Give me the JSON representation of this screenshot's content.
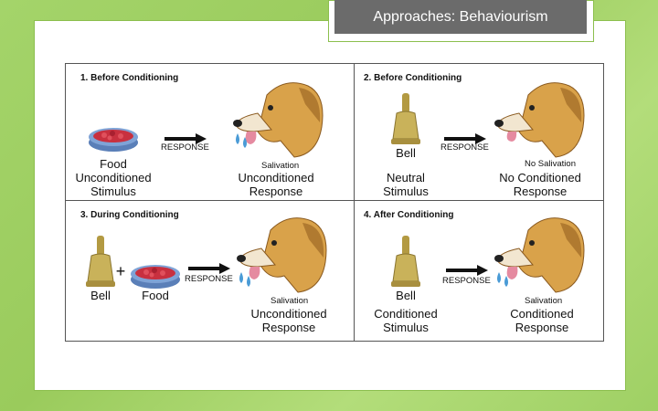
{
  "slide": {
    "title": "Approaches: Behaviourism"
  },
  "panels": [
    {
      "title": "1. Before Conditioning",
      "stimulus_name": "Food",
      "stimulus_type_line1": "Unconditioned",
      "stimulus_type_line2": "Stimulus",
      "arrow_label": "RESPONSE",
      "dog_state": "Salivation",
      "response_line1": "Unconditioned",
      "response_line2": "Response"
    },
    {
      "title": "2. Before Conditioning",
      "stimulus_name": "Bell",
      "stimulus_type_line1": "Neutral",
      "stimulus_type_line2": "Stimulus",
      "arrow_label": "RESPONSE",
      "dog_state": "No Salivation",
      "response_line1": "No Conditioned",
      "response_line2": "Response"
    },
    {
      "title": "3. During Conditioning",
      "stimulus_name_a": "Bell",
      "plus": "+",
      "stimulus_name_b": "Food",
      "arrow_label": "RESPONSE",
      "dog_state": "Salivation",
      "response_line1": "Unconditioned",
      "response_line2": "Response"
    },
    {
      "title": "4. After Conditioning",
      "stimulus_name": "Bell",
      "stimulus_type_line1": "Conditioned",
      "stimulus_type_line2": "Stimulus",
      "arrow_label": "RESPONSE",
      "dog_state": "Salivation",
      "response_line1": "Conditioned",
      "response_line2": "Response"
    }
  ],
  "colors": {
    "background_green": "#a4d46a",
    "title_box": "#6b6b6b",
    "dog_fur": "#d9a24a",
    "food_dish": "#6a8fc4",
    "food_meat": "#c8303f",
    "bell_brass": "#c9b25a",
    "drool": "#4a9bd6"
  }
}
